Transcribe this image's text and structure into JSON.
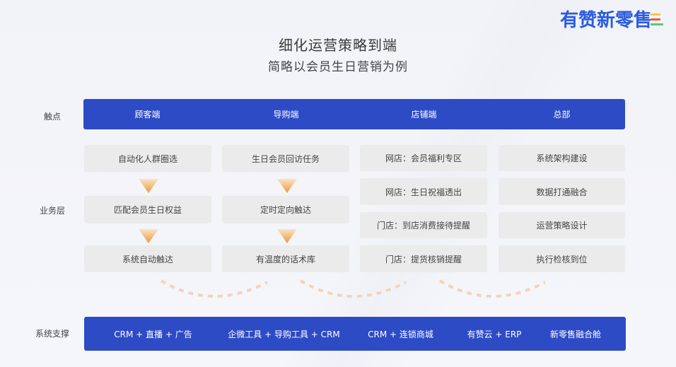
{
  "brand": {
    "logo_text": "有赞新零售",
    "logo_color": "#2a5be0",
    "logo_bar_colors": [
      "#f5c842",
      "#ee5a3a",
      "#5bc770"
    ]
  },
  "header": {
    "title": "细化运营策略到端",
    "subtitle": "简略以会员生日营销为例"
  },
  "rows": {
    "touchpoint_label": "触点",
    "business_label": "业务层",
    "system_label": "系统支撑"
  },
  "touchpoints": [
    {
      "label": "顾客端"
    },
    {
      "label": "导购端"
    },
    {
      "label": "店铺端"
    },
    {
      "label": "总部"
    }
  ],
  "business": {
    "customer_flow": [
      "自动化人群圈选",
      "匹配会员生日权益",
      "系统自动触达"
    ],
    "guide_flow": [
      "生日会员回访任务",
      "定时定向触达",
      "有温度的话术库"
    ],
    "store_items": [
      "网店：会员福利专区",
      "网店：生日祝福透出",
      "门店：到店消费接待提醒",
      "门店：提货核销提醒"
    ],
    "hq_items": [
      "系统架构建设",
      "数据打通融合",
      "运营策略设计",
      "执行检核到位"
    ]
  },
  "systems": [
    {
      "label": "CRM + 直播 + 广告"
    },
    {
      "label": "企微工具 + 导购工具 + CRM"
    },
    {
      "label": "CRM + 连锁商城"
    },
    {
      "label": "有赞云 + ERP"
    },
    {
      "label": "新零售融合舱"
    }
  ],
  "colors": {
    "primary_bar": "#2e4bc6",
    "box_bg": "#ebebeb",
    "arrow_top": "#fbe3c6",
    "arrow_bottom": "#e89a3c",
    "arc_dash": "#f3d4b8",
    "page_bg": "#f5f6fa"
  }
}
